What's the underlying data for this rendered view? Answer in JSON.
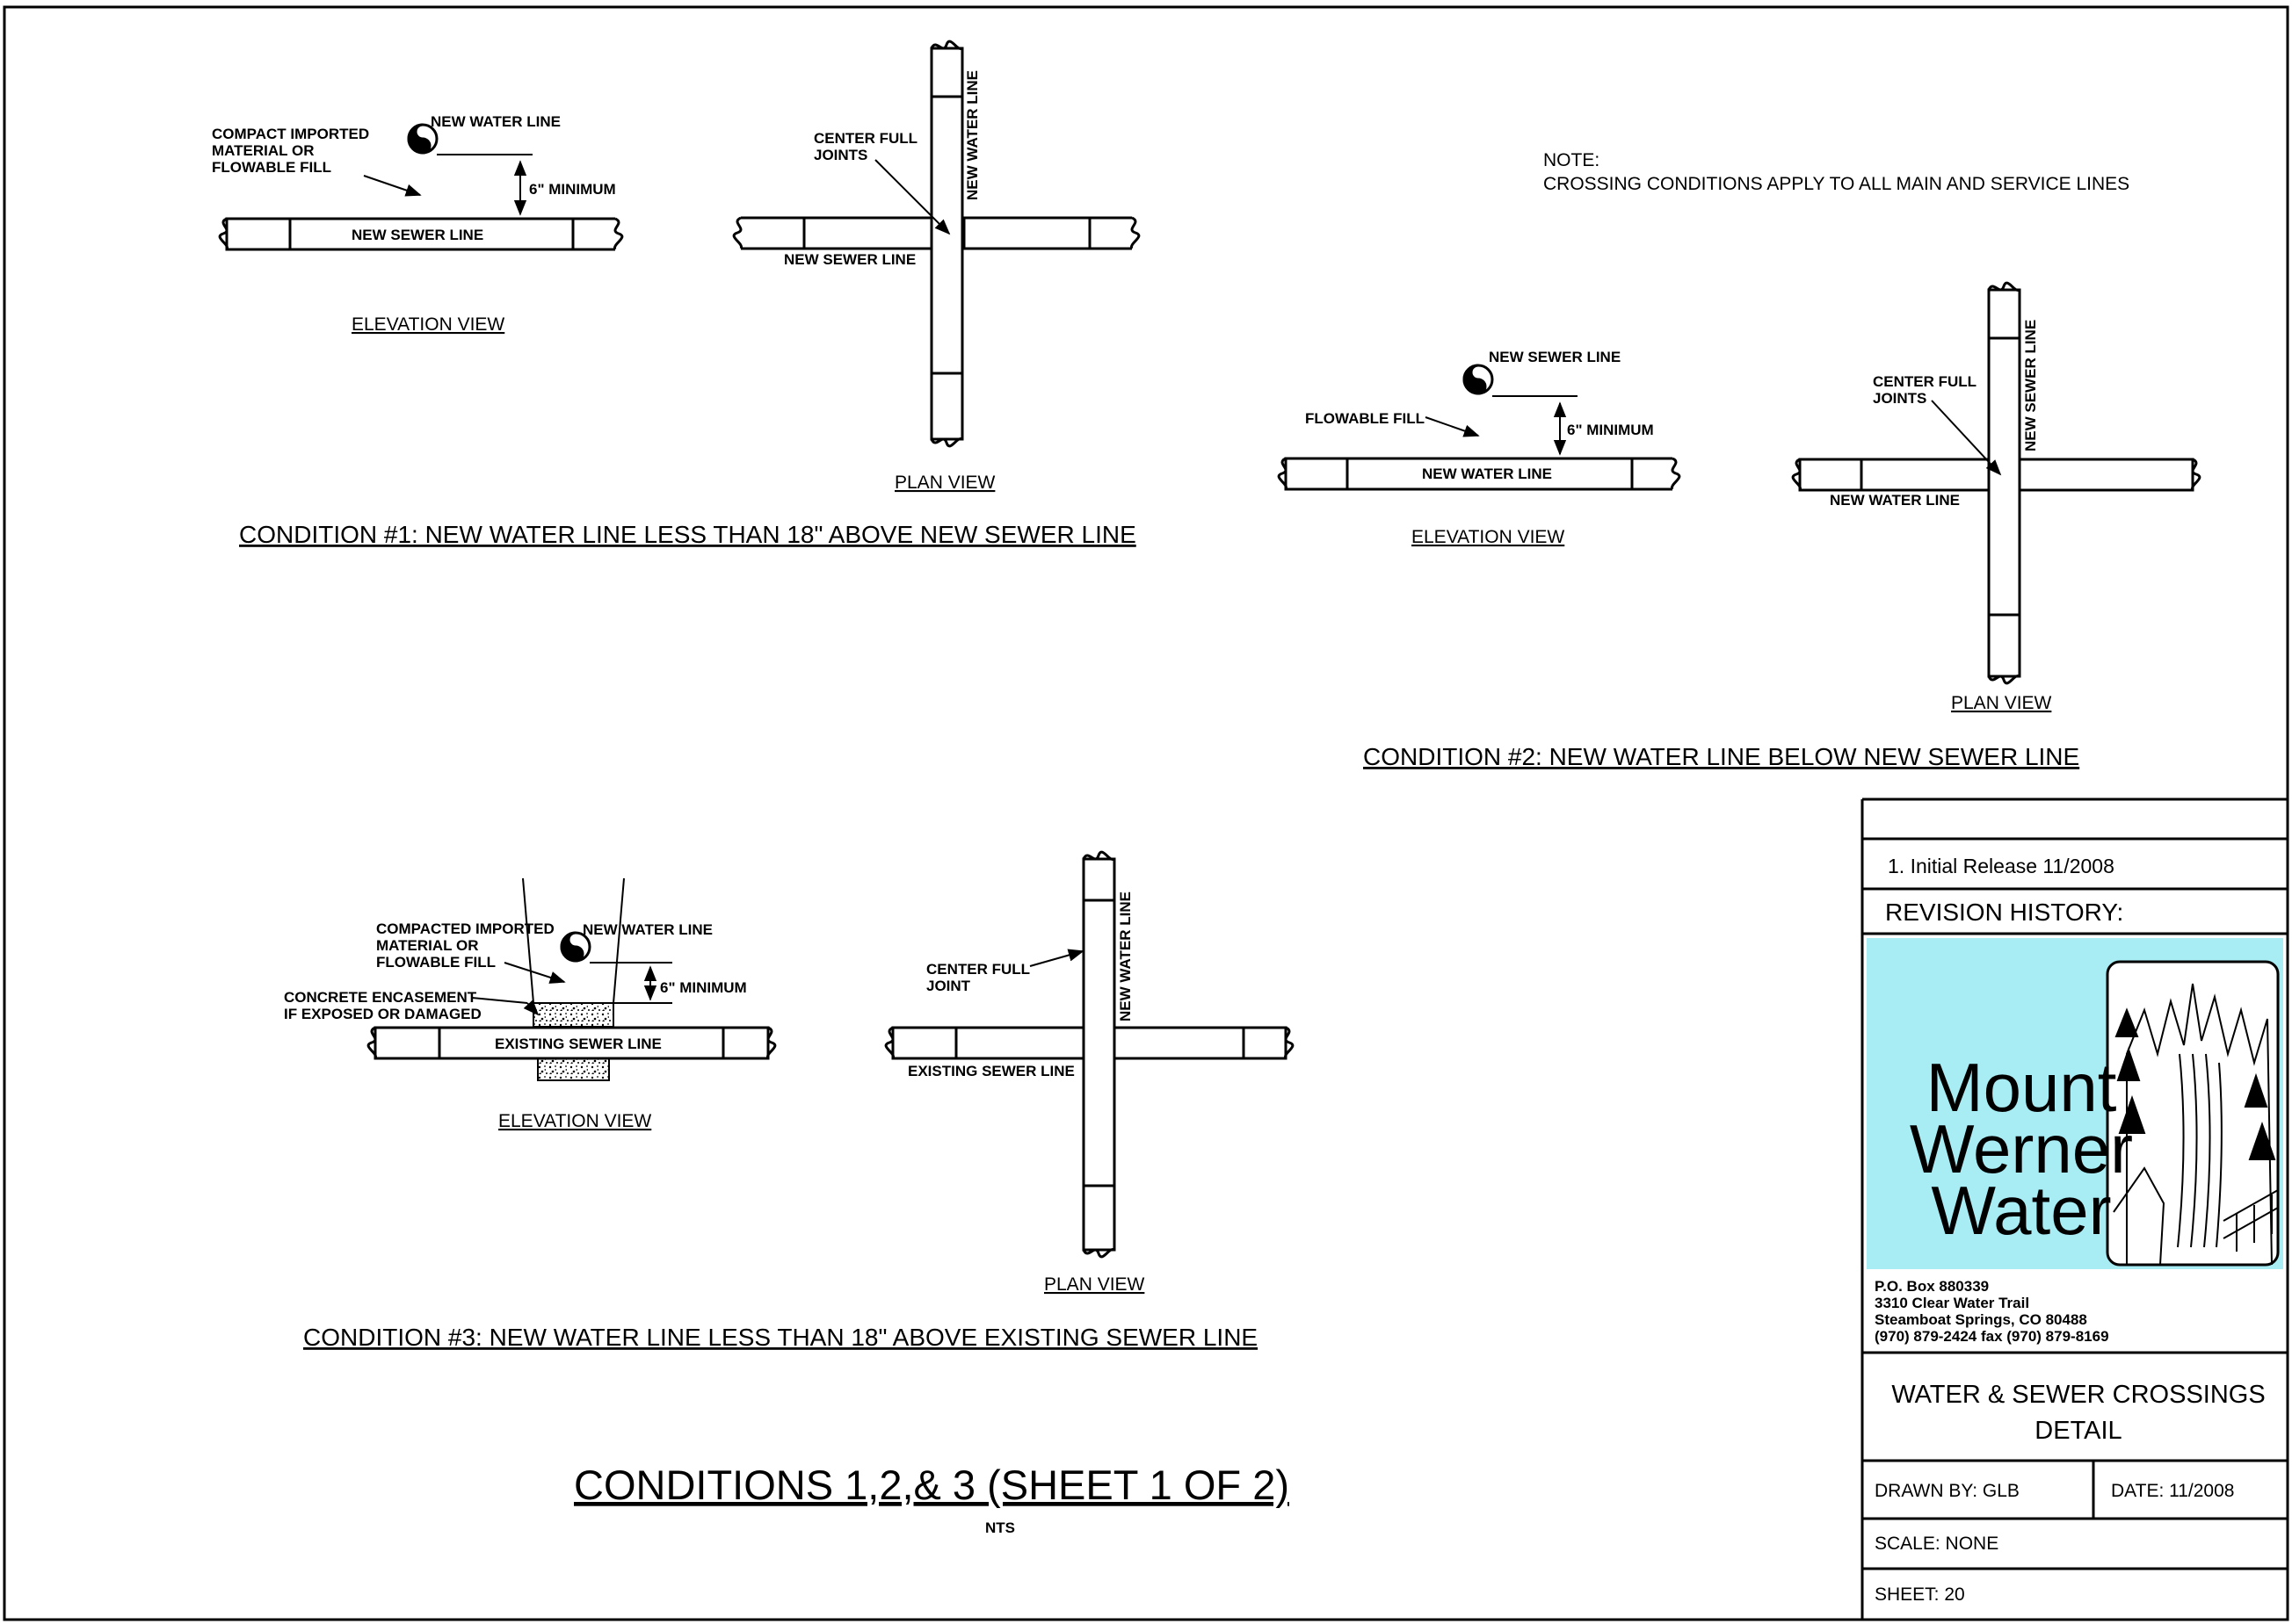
{
  "note": {
    "heading": "NOTE:",
    "text": "CROSSING CONDITIONS APPLY TO ALL MAIN AND SERVICE LINES"
  },
  "cond1": {
    "elev_callout_l1": "COMPACT IMPORTED",
    "elev_callout_l2": "MATERIAL OR",
    "elev_callout_l3": "FLOWABLE FILL",
    "new_water_line": "NEW WATER LINE",
    "min": "6\" MINIMUM",
    "new_sewer_line": "NEW SEWER LINE",
    "elevation_view": "ELEVATION VIEW",
    "plan_center_l1": "CENTER FULL",
    "plan_center_l2": "JOINTS",
    "plan_new_water_line": "NEW WATER LINE",
    "plan_new_sewer_line": "NEW SEWER LINE",
    "plan_view": "PLAN VIEW",
    "title": "CONDITION #1:  NEW WATER LINE LESS THAN 18\" ABOVE NEW SEWER LINE"
  },
  "cond2": {
    "new_sewer_line": "NEW SEWER LINE",
    "flowable_fill": "FLOWABLE FILL",
    "min": "6\" MINIMUM",
    "new_water_line": "NEW WATER LINE",
    "elevation_view": "ELEVATION VIEW",
    "plan_center_l1": "CENTER FULL",
    "plan_center_l2": "JOINTS",
    "plan_new_sewer_line": "NEW SEWER LINE",
    "plan_new_water_line": "NEW WATER LINE",
    "plan_view": "PLAN VIEW",
    "title": "CONDITION #2:   NEW WATER LINE BELOW NEW SEWER LINE"
  },
  "cond3": {
    "callout_l1": "COMPACTED IMPORTED",
    "callout_l2": "MATERIAL OR",
    "callout_l3": "FLOWABLE FILL",
    "encase_l1": "CONCRETE ENCASEMENT",
    "encase_l2": "IF EXPOSED OR DAMAGED",
    "new_water_line": "NEW WATER LINE",
    "min": "6\" MINIMUM",
    "existing_sewer_line": "EXISTING SEWER LINE",
    "elevation_view": "ELEVATION VIEW",
    "plan_center_l1": "CENTER FULL",
    "plan_center_l2": "JOINT",
    "plan_new_water_line": "NEW WATER LINE",
    "plan_existing_sewer_line": "EXISTING SEWER LINE",
    "plan_view": "PLAN VIEW",
    "title": "CONDITION #3:  NEW WATER LINE LESS THAN 18\" ABOVE EXISTING SEWER LINE"
  },
  "sheet_title": "CONDITIONS 1,2,& 3 (SHEET 1 OF 2)",
  "nts": "NTS",
  "title_block": {
    "revision_entry": "1.  Initial Release 11/2008",
    "revision_history": "REVISION HISTORY:",
    "logo_l1": "Mount",
    "logo_l2": "Werner",
    "logo_l3": "Water",
    "address_l1": "P.O. Box 880339",
    "address_l2": "3310 Clear Water Trail",
    "address_l3": "Steamboat Springs, CO 80488",
    "address_l4": "(970) 879-2424 fax (970) 879-8169",
    "drawing_title_l1": "WATER & SEWER CROSSINGS",
    "drawing_title_l2": "DETAIL",
    "drawn_by": "DRAWN BY: GLB",
    "date": "DATE: 11/2008",
    "scale": "SCALE: NONE",
    "sheet": "SHEET:  20"
  },
  "colors": {
    "logo_background": "#a8ecf4",
    "line": "#000000",
    "paper": "#ffffff"
  }
}
